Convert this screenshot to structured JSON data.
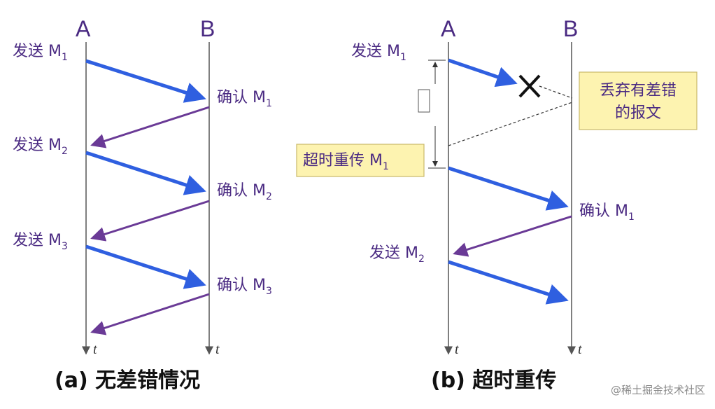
{
  "panel_a": {
    "node_a": "A",
    "node_b": "B",
    "send_label": "发送 M",
    "ack_label": "确认 M",
    "sub_1": "1",
    "sub_2": "2",
    "sub_3": "3",
    "time_label": "t",
    "caption": "(a) 无差错情况"
  },
  "panel_b": {
    "node_a": "A",
    "node_b": "B",
    "send_label": "发送 M",
    "ack_label": "确认 M",
    "sub_1": "1",
    "sub_2": "2",
    "time_label": "t",
    "discard_line1": "丢弃有差错",
    "discard_line2": "的报文",
    "retransmit_label": "超时重传 M",
    "caption": "(b) 超时重传"
  },
  "watermark": "@稀土掘金技术社区",
  "colors": {
    "data_arrow": "#2f5fe0",
    "ack_arrow": "#6a3a96",
    "text": "#4a2a82",
    "note_fill": "#fdf3b0",
    "note_border": "#c9b86a"
  }
}
